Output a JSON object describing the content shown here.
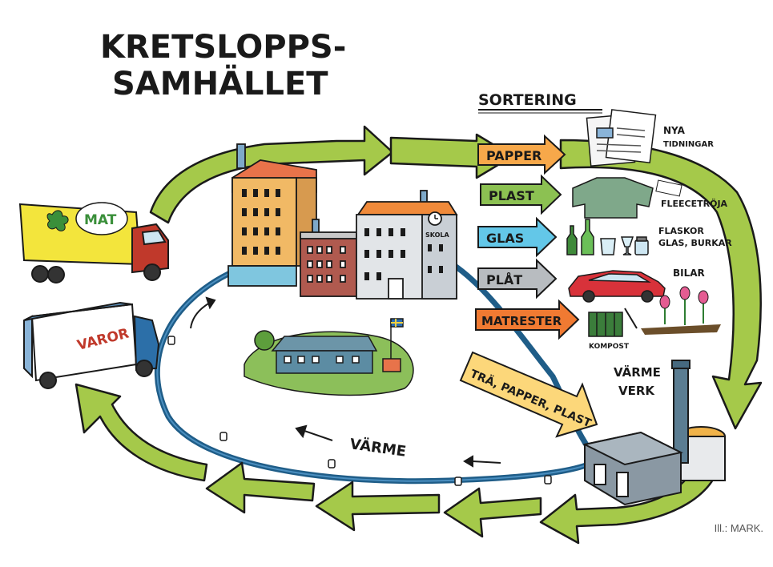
{
  "title": {
    "line1": "KRETSLOPPS-",
    "line2": "SAMHÄLLET"
  },
  "sorting": {
    "heading": "SORTERING",
    "categories": [
      {
        "label": "PAPPER",
        "color": "#f7a84a",
        "result": "NYA",
        "result2": "TIDNINGAR"
      },
      {
        "label": "PLAST",
        "color": "#8cc152",
        "result": "FLEECETRÖJA",
        "result2": ""
      },
      {
        "label": "GLAS",
        "color": "#63c7e8",
        "result": "FLASKOR",
        "result2": "GLAS, BURKAR"
      },
      {
        "label": "PLÅT",
        "color": "#b8bcc0",
        "result": "BILAR",
        "result2": ""
      },
      {
        "label": "MATRESTER",
        "color": "#f07a32",
        "result": "KOMPOST",
        "result2": ""
      }
    ]
  },
  "fuel_arrow": {
    "label": "TRÄ, PAPPER, PLAST",
    "color": "#fcd77a"
  },
  "plant": {
    "line1": "VÄRME",
    "line2": "VERK"
  },
  "heat": {
    "label": "VÄRME"
  },
  "trucks": {
    "food": "MAT",
    "goods": "VAROR"
  },
  "school_sign": "SKOLA",
  "credit": "Ill.: MARK.",
  "colors": {
    "cycle_arrow": "#a5c94a",
    "pipe": "#1f5d88",
    "outline": "#1a1a1a"
  }
}
